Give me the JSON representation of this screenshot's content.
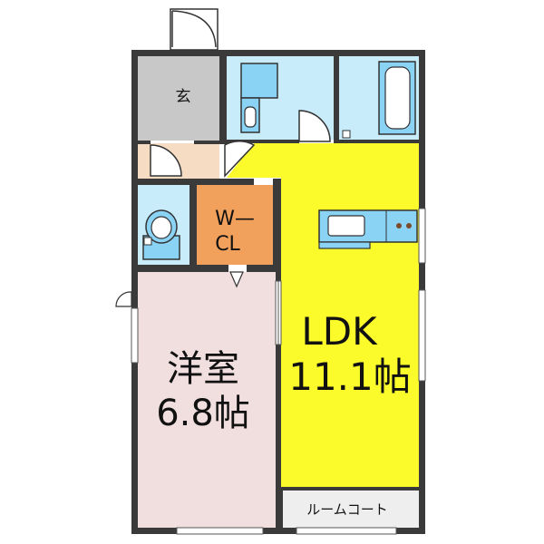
{
  "floorplan": {
    "rooms": {
      "genkan": {
        "label": "玄"
      },
      "wcl": {
        "line1": "W—",
        "line2": "CL"
      },
      "yoshitsu": {
        "name": "洋室",
        "size": "6.8帖"
      },
      "ldk": {
        "name": "LDK",
        "size": "11.1帖"
      },
      "room_court": {
        "label": "ルームコート"
      }
    },
    "colors": {
      "wall": "#3a3a3a",
      "genkan_floor": "#c8c8c8",
      "wet_area": "#c9ecfb",
      "fixture": "#8ad3f5",
      "closet": "#f2a15c",
      "storage_floor": "#f6dcc2",
      "western_room": "#f1dede",
      "ldk": "#fbfb2c",
      "room_court": "#eeeeee"
    }
  }
}
